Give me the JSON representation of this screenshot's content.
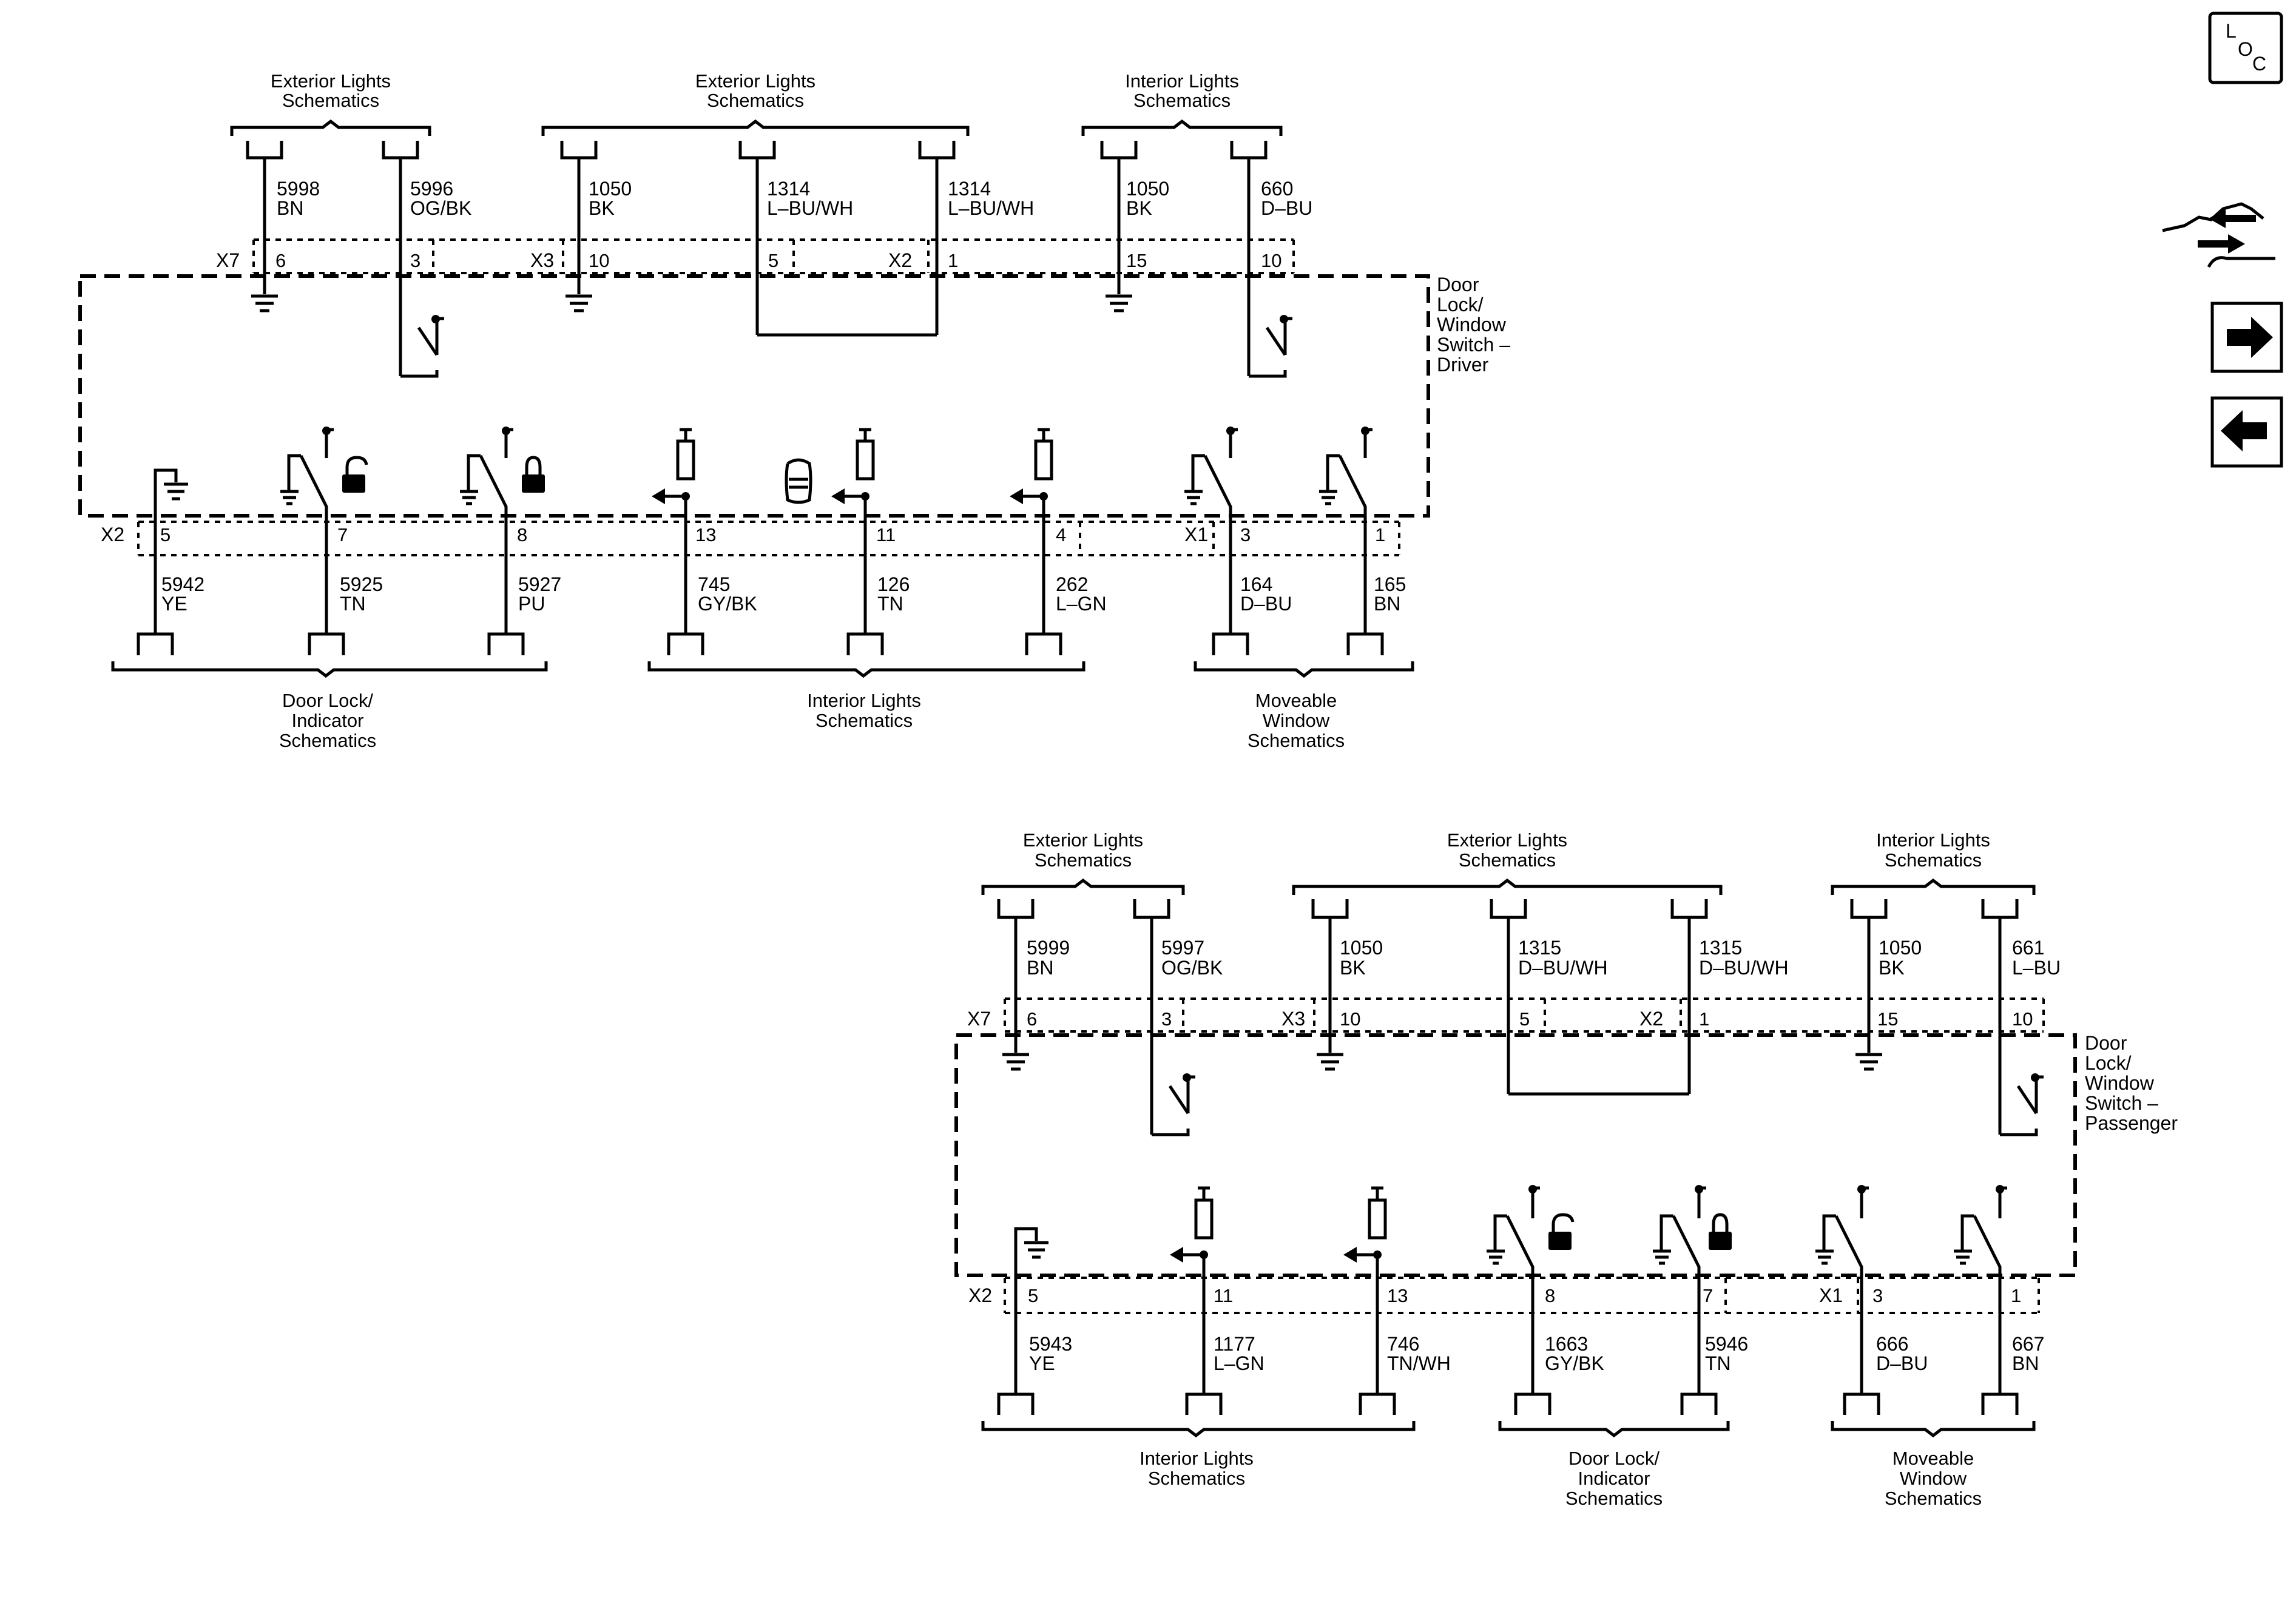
{
  "nav": {
    "loc_icon": {
      "l": "L",
      "o": "O",
      "c": "C"
    },
    "service_icon": "service-tools-icon",
    "next_icon": "arrow-right-icon",
    "prev_icon": "arrow-left-icon"
  },
  "driver": {
    "title_lines": [
      "Door",
      "Lock/",
      "Window",
      "Switch –",
      "Driver"
    ],
    "top_groups": [
      {
        "lines": [
          "Exterior Lights",
          "Schematics"
        ]
      },
      {
        "lines": [
          "Exterior Lights",
          "Schematics"
        ]
      },
      {
        "lines": [
          "Interior Lights",
          "Schematics"
        ]
      }
    ],
    "top_connectors": [
      "X7",
      "X3",
      "X2"
    ],
    "top_wires": [
      {
        "num": "5998",
        "color": "BN",
        "pin": "6"
      },
      {
        "num": "5996",
        "color": "OG/BK",
        "pin": "3"
      },
      {
        "num": "1050",
        "color": "BK",
        "pin": "10"
      },
      {
        "num": "1314",
        "color": "L–BU/WH",
        "pin": "5"
      },
      {
        "num": "1314",
        "color": "L–BU/WH",
        "pin": "1"
      },
      {
        "num": "1050",
        "color": "BK",
        "pin": "15"
      },
      {
        "num": "660",
        "color": "D–BU",
        "pin": "10"
      }
    ],
    "bottom_connectors": [
      "X2",
      "X1"
    ],
    "bottom_wires": [
      {
        "num": "5942",
        "color": "YE",
        "pin": "5"
      },
      {
        "num": "5925",
        "color": "TN",
        "pin": "7"
      },
      {
        "num": "5927",
        "color": "PU",
        "pin": "8"
      },
      {
        "num": "745",
        "color": "GY/BK",
        "pin": "13"
      },
      {
        "num": "126",
        "color": "TN",
        "pin": "11"
      },
      {
        "num": "262",
        "color": "L–GN",
        "pin": "4"
      },
      {
        "num": "164",
        "color": "D–BU",
        "pin": "3"
      },
      {
        "num": "165",
        "color": "BN",
        "pin": "1"
      }
    ],
    "bottom_groups": [
      {
        "lines": [
          "Door Lock/",
          "Indicator",
          "Schematics"
        ]
      },
      {
        "lines": [
          "Interior Lights",
          "Schematics"
        ]
      },
      {
        "lines": [
          "Moveable",
          "Window",
          "Schematics"
        ]
      }
    ]
  },
  "passenger": {
    "title_lines": [
      "Door",
      "Lock/",
      "Window",
      "Switch –",
      "Passenger"
    ],
    "top_groups": [
      {
        "lines": [
          "Exterior Lights",
          "Schematics"
        ]
      },
      {
        "lines": [
          "Exterior Lights",
          "Schematics"
        ]
      },
      {
        "lines": [
          "Interior Lights",
          "Schematics"
        ]
      }
    ],
    "top_connectors": [
      "X7",
      "X3",
      "X2"
    ],
    "top_wires": [
      {
        "num": "5999",
        "color": "BN",
        "pin": "6"
      },
      {
        "num": "5997",
        "color": "OG/BK",
        "pin": "3"
      },
      {
        "num": "1050",
        "color": "BK",
        "pin": "10"
      },
      {
        "num": "1315",
        "color": "D–BU/WH",
        "pin": "5"
      },
      {
        "num": "1315",
        "color": "D–BU/WH",
        "pin": "1"
      },
      {
        "num": "1050",
        "color": "BK",
        "pin": "15"
      },
      {
        "num": "661",
        "color": "L–BU",
        "pin": "10"
      }
    ],
    "bottom_connectors": [
      "X2",
      "X1"
    ],
    "bottom_wires": [
      {
        "num": "5943",
        "color": "YE",
        "pin": "5"
      },
      {
        "num": "1177",
        "color": "L–GN",
        "pin": "11"
      },
      {
        "num": "746",
        "color": "TN/WH",
        "pin": "13"
      },
      {
        "num": "1663",
        "color": "GY/BK",
        "pin": "8"
      },
      {
        "num": "5946",
        "color": "TN",
        "pin": "7"
      },
      {
        "num": "666",
        "color": "D–BU",
        "pin": "3"
      },
      {
        "num": "667",
        "color": "BN",
        "pin": "1"
      }
    ],
    "bottom_groups": [
      {
        "lines": [
          "Interior Lights",
          "Schematics"
        ]
      },
      {
        "lines": [
          "Door Lock/",
          "Indicator",
          "Schematics"
        ]
      },
      {
        "lines": [
          "Moveable",
          "Window",
          "Schematics"
        ]
      }
    ]
  }
}
